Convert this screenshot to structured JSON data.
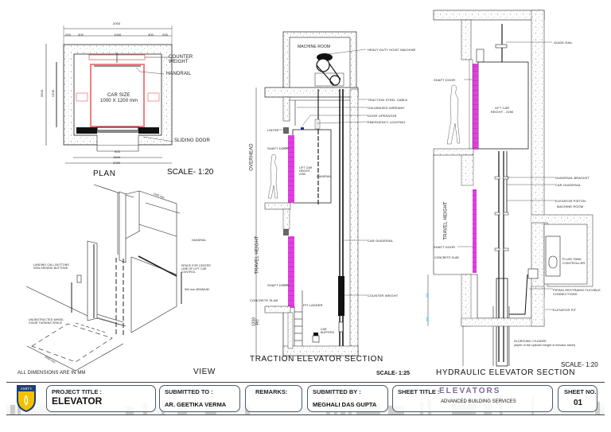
{
  "plan": {
    "title": "PLAN",
    "scale": "SCALE- 1:20",
    "car_size_label": "CAR  SIZE",
    "car_size_value": "1000 X 1200 mm",
    "labels": {
      "counter_weight": "COUNTER WEIGHT",
      "handrail": "HANDRAIL",
      "sliding_door": "SLIDING DOOR"
    },
    "dimensions": {
      "top_overall": "2000",
      "top_segments": [
        "200",
        "300",
        "1000",
        "300",
        "200"
      ],
      "left_overall": "2000",
      "left_inner": "1200",
      "bottom_door": "900",
      "bottom_inner": "1600",
      "bottom_overall": "2000"
    }
  },
  "view": {
    "title": "VIEW",
    "note": "ALL DIMENSIONS ARE IN MM",
    "labels": {
      "landing_buttons": "LANDING CALL BUTTONS NON-SHINING BUTTONS",
      "handrail": "HANDRAIL",
      "space_for_center": "SPACE FOR CENTER LINE OF LIFT CAR CONTROL",
      "height_note": "900 mm MINIMUM",
      "wheelchair": "UNOBSTRUCTED WHEEL CHAIR TURNING SPACE",
      "dim_top": "1100 min",
      "dim_bottom": "1500 min"
    }
  },
  "traction": {
    "title": "TRACTION ELEVATOR SECTION",
    "scale": "SCALE- 1:25",
    "labels": {
      "machine_room": "MACHINE ROOM",
      "hoist_machine": "HEAVY DUTY HOIST MACHINE",
      "steel_cable": "TRACTION STEEL CABLE",
      "wireway": "GALVANIZED WIREWAY",
      "door_operator": "DOOR OPERATOR",
      "emergency_lighting": "EMERGENCY LIGHTING",
      "lintel": "LINTEL",
      "shaft_door_1": "SHAFT DOOR",
      "lift_car": "LIFT CAR HEIGHT - 2250",
      "handrail": "HANDRAIL",
      "car_guiderail": "CAR GUIDERAIL",
      "shaft_door_2": "SHAFT DOOR",
      "concrete_slab": "CONCRETE SLAB",
      "pit_ladder": "PIT LADDER",
      "counter_weight": "COUNTER WEIGHT",
      "car_buffers": "CAR BUFFERS",
      "overhead": "OVERHEAD",
      "travel_height": "TRAVEL HEIGHT",
      "pit": "PIT",
      "pit_dim": "1200"
    }
  },
  "hydraulic": {
    "title": "HYDRAULIC ELEVATOR SECTION",
    "scale": "SCALE- 1:20",
    "labels": {
      "guide_rail": "GUIDE RAIL",
      "shaft_door_1": "SHAFT DOOR",
      "lift_car": "LIFT CAR HEIGHT - 2250",
      "guiderail_bracket": "GUIDERAIL BRACKET",
      "car_guiderail": "CAR GUIDERAIL",
      "elevator_piston": "ELEVATOR PISTON",
      "machine_room": "MACHINE ROOM",
      "travel_height": "TRAVEL HEIGHT",
      "shaft_door_2": "SHAFT DOOR",
      "concrete_slab": "CONCRETE SLAB",
      "fluid_tank": "FLUID TANK CONTROLLER",
      "piping": "PIPING RESTRAINS FLEXIBLE CONNECTIONS",
      "elevator_pit": "ELEVATOR PIT",
      "cylinder": "IN-GROUND CYLINDER",
      "cylinder_note": "(depth of the cylinder=height of elevator travel)"
    }
  },
  "title_block": {
    "logo_text": "AMITY",
    "project_title_key": "PROJECT TITLE :",
    "project_title_value": "ELEVATOR",
    "submitted_to_key": "SUBMITTED TO :",
    "submitted_to_value": "AR. GEETIKA VERMA",
    "remarks_key": "REMARKS:",
    "submitted_by_key": "SUBMITTED BY :",
    "submitted_by_value": "MEGHALI DAS GUPTA",
    "sheet_title_key": "SHEET TITLE :",
    "sheet_title_value": "ELEVATORS",
    "sheet_subtitle": "ADVANCED BUILDING SERVICES",
    "sheet_no_key": "SHEET NO.",
    "sheet_no_value": "01"
  },
  "colors": {
    "car_outline": "#f08080",
    "shaft_door": "#e040e0",
    "logo_blue": "#1d3f7a",
    "logo_gold": "#f2c200",
    "sheet_title": "#7a6aa0"
  }
}
